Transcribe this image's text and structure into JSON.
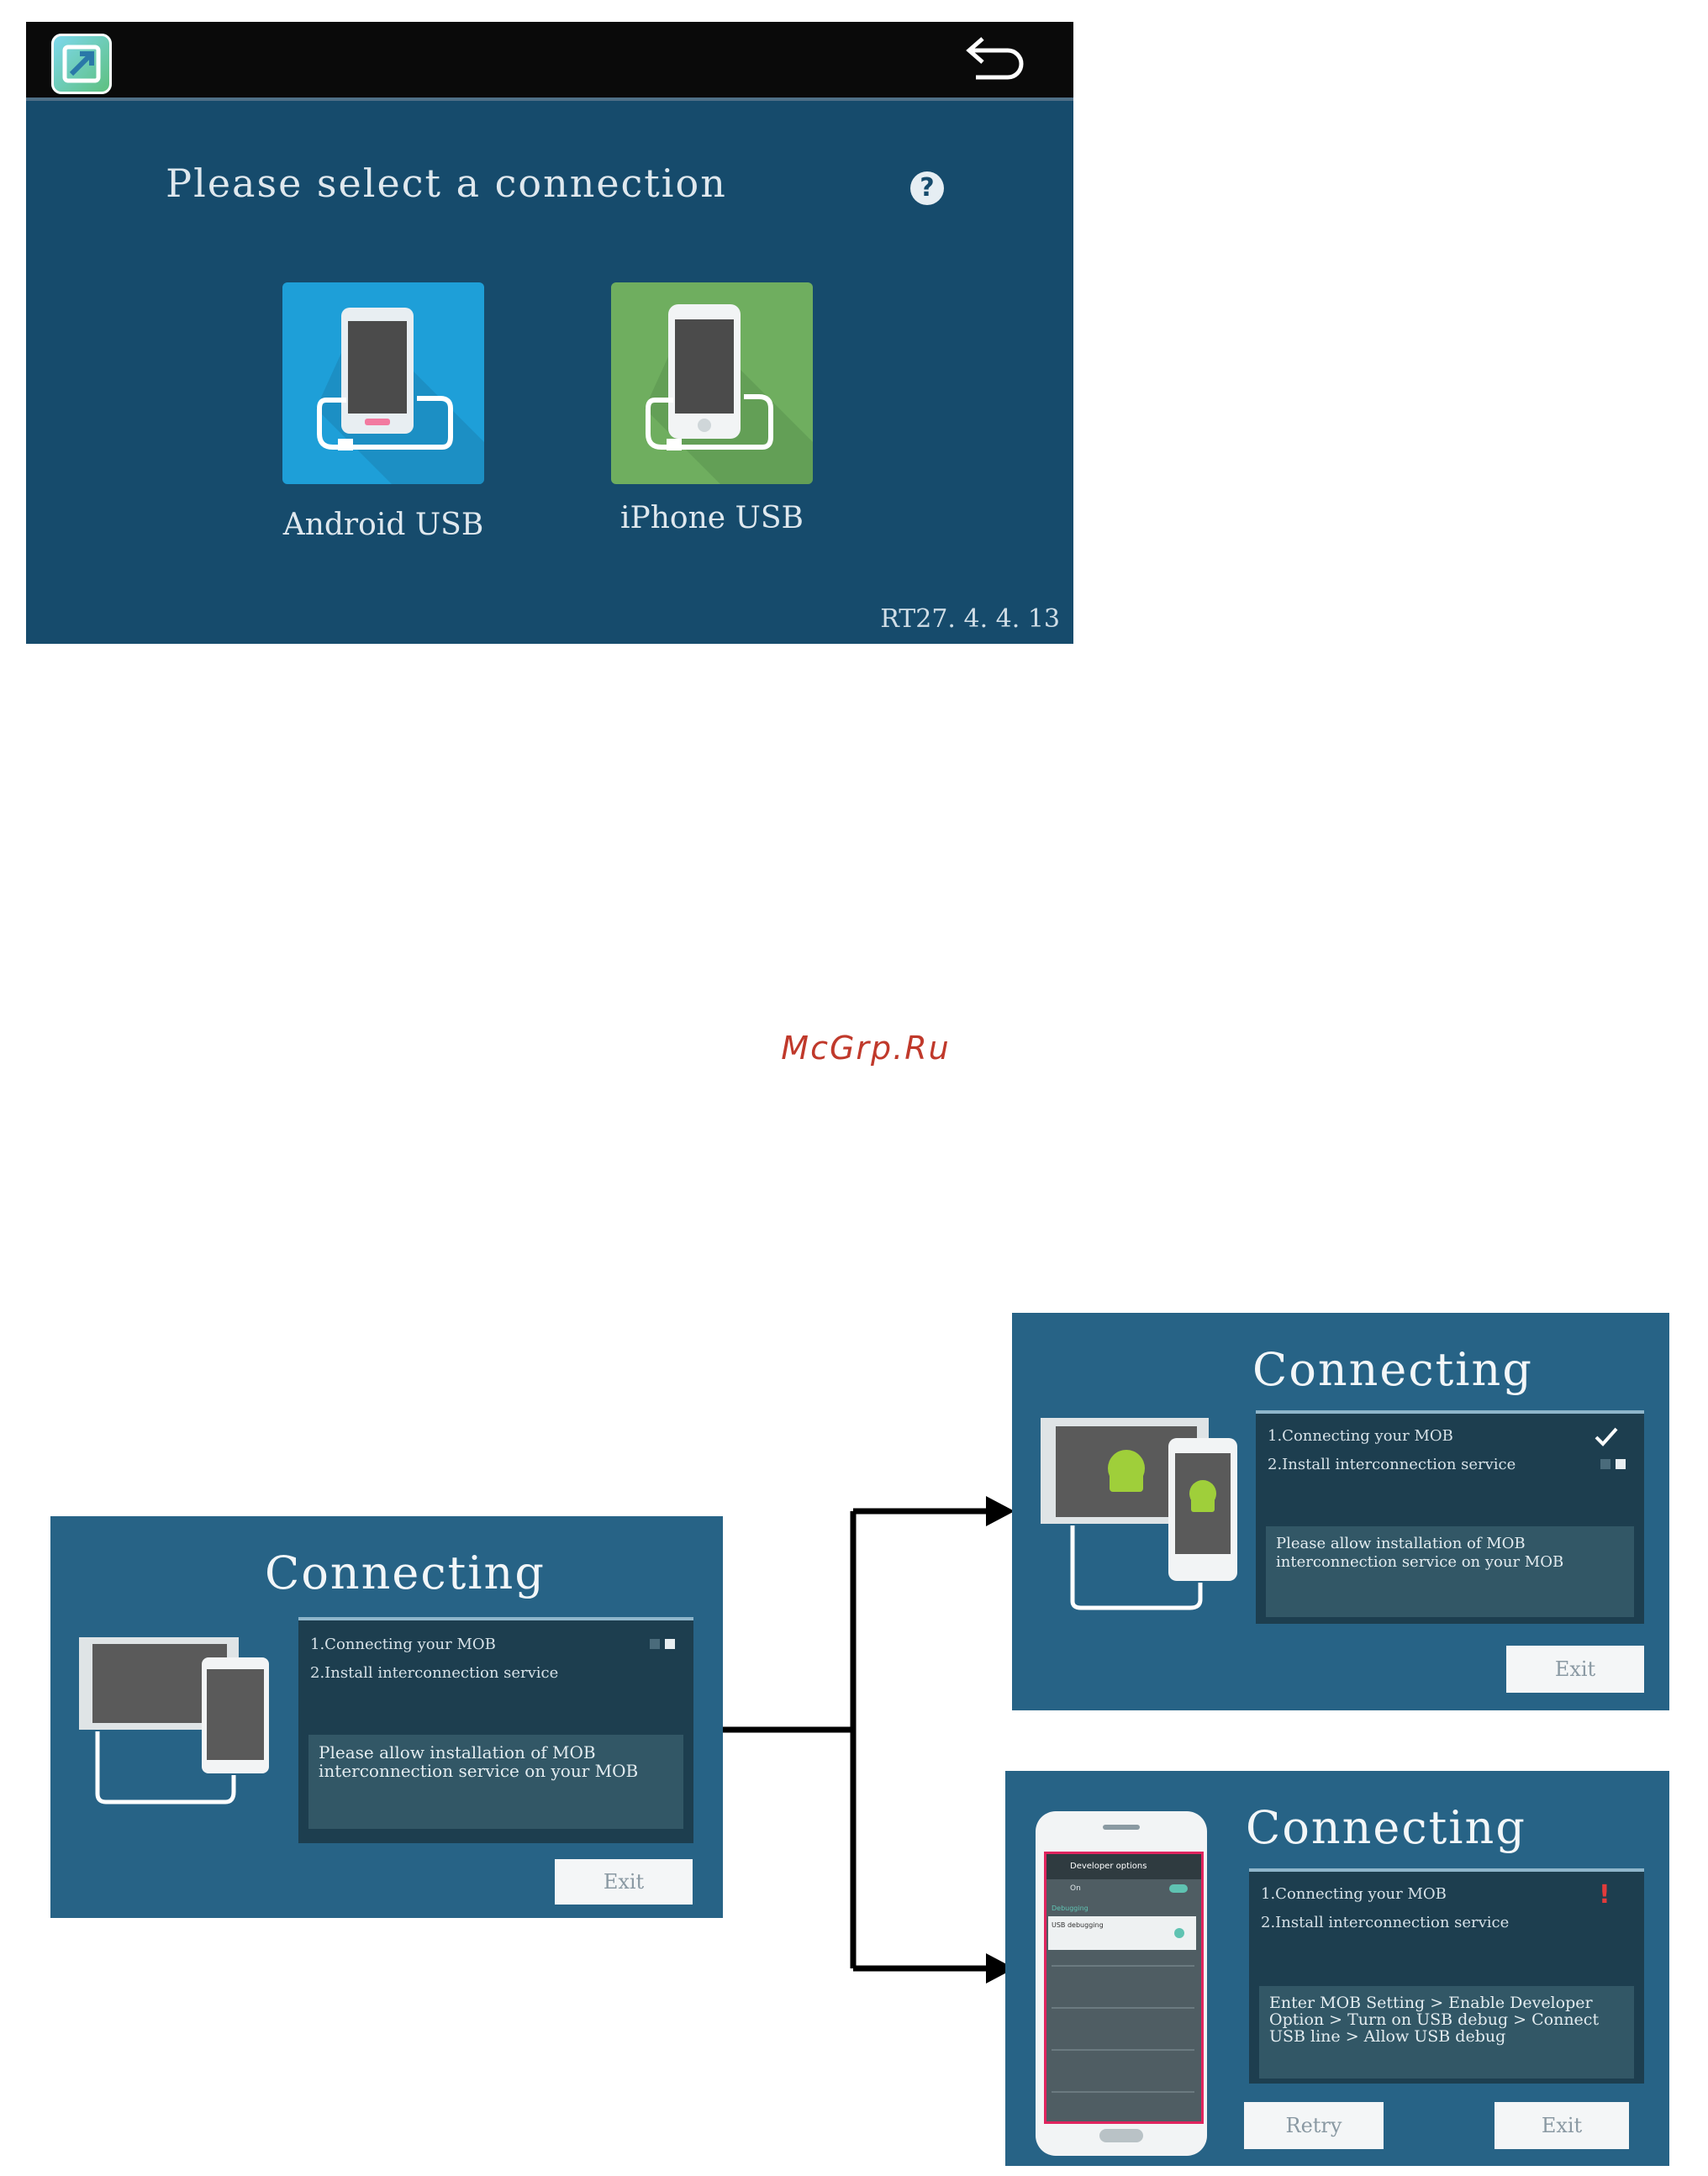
{
  "screen1": {
    "title": "Please select a connection",
    "help_icon": "?",
    "options": [
      {
        "label": "Android USB",
        "color": "#1e9fd8"
      },
      {
        "label": "iPhone USB",
        "color": "#6fae5f"
      }
    ],
    "version": "RT27. 4. 4. 13"
  },
  "watermark": "McGrp.Ru",
  "panels": {
    "start": {
      "title": "Connecting",
      "step1": "1.Connecting your MOB",
      "step2": "2.Install interconnection service",
      "message": "Please allow installation of MOB interconnection service on your MOB",
      "exit_label": "Exit"
    },
    "success": {
      "title": "Connecting",
      "step1": "1.Connecting your MOB",
      "step2": "2.Install interconnection service",
      "message": "Please allow installation of MOB interconnection service on your MOB",
      "exit_label": "Exit",
      "status_icon": "check-icon"
    },
    "error": {
      "title": "Connecting",
      "step1": "1.Connecting your MOB",
      "step2": "2.Install interconnection service",
      "message": "Enter MOB Setting > Enable Developer Option > Turn on USB debug > Connect USB line > Allow USB debug",
      "retry_label": "Retry",
      "exit_label": "Exit",
      "status_icon": "exclamation-icon",
      "status_symbol": "!",
      "phone_screen_title": "Developer options",
      "phone_toggle_label": "On",
      "phone_section": "Debugging",
      "phone_option": "USB debugging"
    }
  },
  "colors": {
    "accent": "#164b6c",
    "panel": "#276386",
    "error": "#e23b3b",
    "check": "#ffffff"
  }
}
